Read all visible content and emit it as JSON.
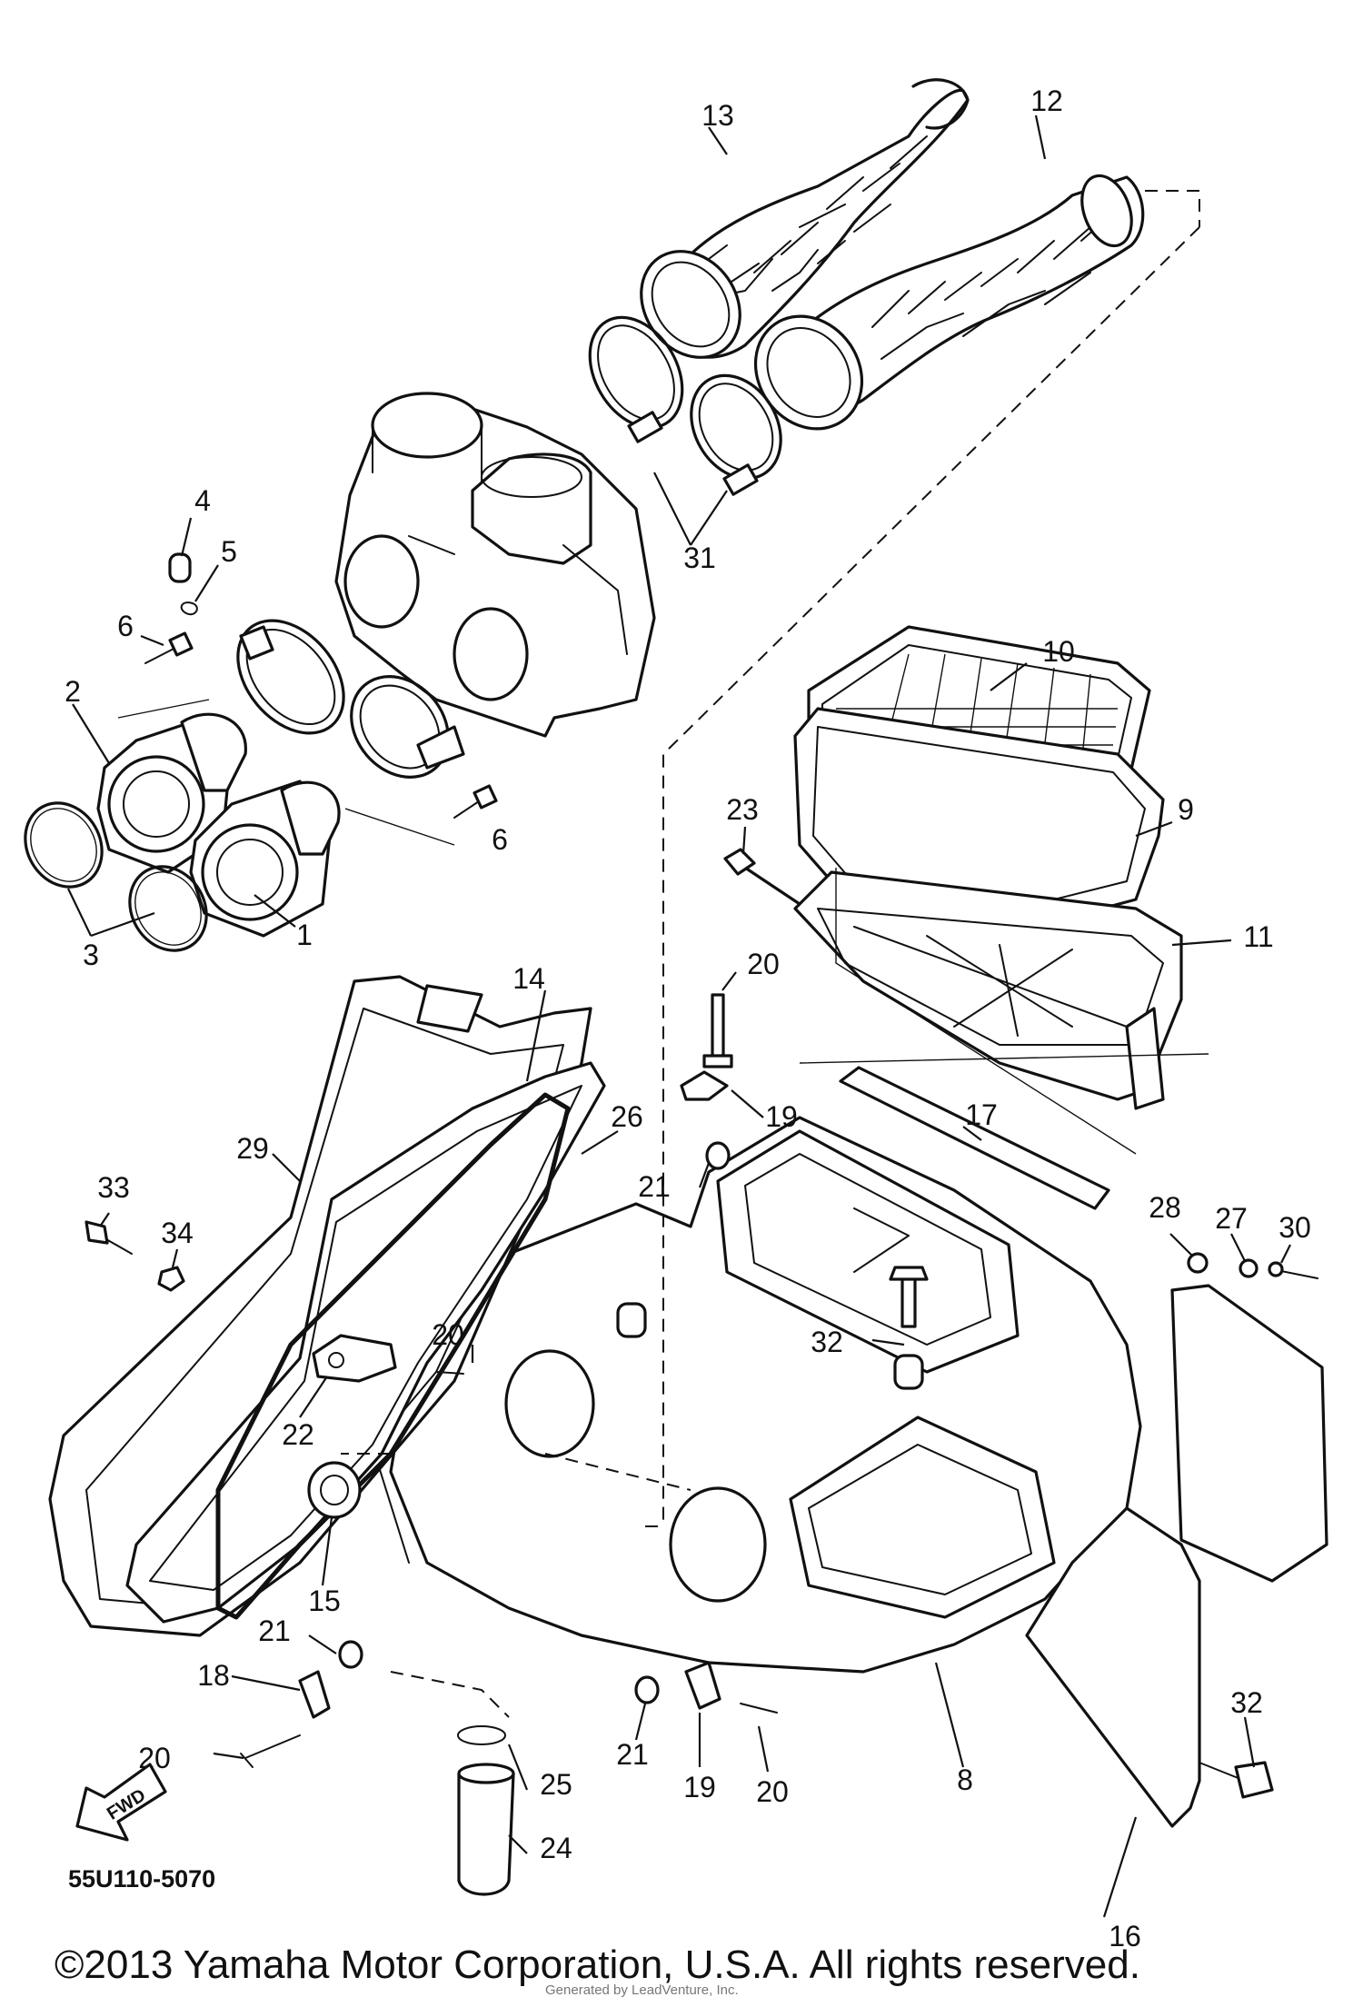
{
  "diagram_code": "55U110-5070",
  "copyright": "©2013 Yamaha Motor Corporation, U.S.A. All rights reserved.",
  "watermark": "Generated by LeadVenture, Inc.",
  "fwd_label": "FWD",
  "callouts": [
    "1",
    "2",
    "3",
    "4",
    "5",
    "6",
    "6",
    "8",
    "9",
    "10",
    "11",
    "12",
    "13",
    "14",
    "15",
    "16",
    "17",
    "18",
    "19",
    "19",
    "20",
    "20",
    "20",
    "20",
    "21",
    "21",
    "21",
    "22",
    "23",
    "24",
    "25",
    "26",
    "27",
    "28",
    "29",
    "30",
    "31",
    "32",
    "32",
    "33",
    "34"
  ]
}
